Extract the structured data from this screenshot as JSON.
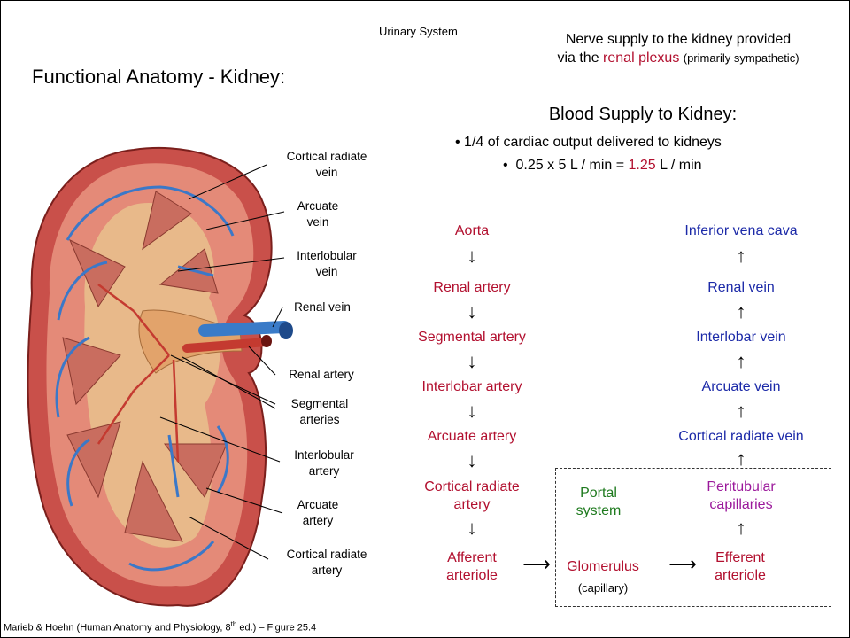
{
  "header": {
    "section": "Urinary System",
    "nerve_line1": "Nerve supply to the kidney provided",
    "nerve_line2_pre": "via the ",
    "nerve_plexus": "renal plexus",
    "nerve_paren": "(primarily sympathetic)"
  },
  "title": "Functional Anatomy - Kidney:",
  "blood": {
    "heading": "Blood Supply to Kidney:",
    "bullet1": "1/4 of cardiac output delivered to kidneys",
    "bullet2_pre": "0.25 x 5 L / min = ",
    "bullet2_val": "1.25",
    "bullet2_post": " L / min"
  },
  "arterial": [
    "Aorta",
    "Renal artery",
    "Segmental artery",
    "Interlobar artery",
    "Arcuate artery"
  ],
  "arterial_cortical": [
    "Cortical radiate",
    "artery"
  ],
  "afferent": [
    "Afferent",
    "arteriole"
  ],
  "venous": [
    "Inferior vena cava",
    "Renal vein",
    "Interlobar vein",
    "Arcuate vein",
    "Cortical radiate vein"
  ],
  "peritubular": [
    "Peritubular",
    "capillaries"
  ],
  "efferent": [
    "Efferent",
    "arteriole"
  ],
  "portal": [
    "Portal",
    "system"
  ],
  "glomerulus": "Glomerulus",
  "capillary": "(capillary)",
  "arrows": {
    "down": "↓",
    "up": "↑",
    "right": "⟶"
  },
  "kidney_labels": {
    "cortical_radiate_vein": [
      "Cortical radiate",
      "vein"
    ],
    "arcuate_vein": [
      "Arcuate",
      "vein"
    ],
    "interlobular_vein": [
      "Interlobular",
      "vein"
    ],
    "renal_vein": "Renal vein",
    "renal_artery": "Renal artery",
    "segmental_arteries": [
      "Segmental",
      "arteries"
    ],
    "interlobular_artery": [
      "Interlobular",
      "artery"
    ],
    "arcuate_artery": [
      "Arcuate",
      "artery"
    ],
    "cortical_radiate_artery": [
      "Cortical radiate",
      "artery"
    ]
  },
  "citation": {
    "pre": "Marieb & Hoehn (Human Anatomy and Physiology, 8",
    "sup": "th",
    "post": " ed.) – Figure 25.4"
  }
}
